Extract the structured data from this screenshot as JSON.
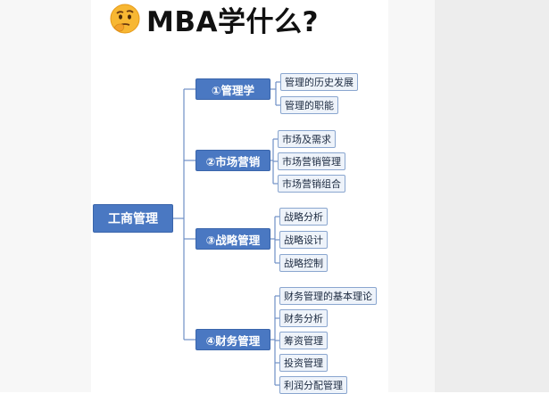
{
  "headline": {
    "emoji_icon": "thinking-face-icon",
    "text": "MBA学什么?"
  },
  "mindmap": {
    "root": "工商管理",
    "branches": [
      {
        "label": "①管理学",
        "leaves": [
          "管理的历史发展",
          "管理的职能"
        ]
      },
      {
        "label": "②市场营销",
        "leaves": [
          "市场及需求",
          "市场营销管理",
          "市场营销组合"
        ]
      },
      {
        "label": "③战略管理",
        "leaves": [
          "战略分析",
          "战略设计",
          "战略控制"
        ]
      },
      {
        "label": "④财务管理",
        "leaves": [
          "财务管理的基本理论",
          "财务分析",
          "筹资管理",
          "投资管理",
          "利润分配管理"
        ]
      }
    ]
  },
  "colors": {
    "node_fill": "#4a78c2",
    "leaf_fill": "#eef3fa",
    "leaf_border": "#8aa6cf",
    "connector": "#6f8fc6"
  }
}
